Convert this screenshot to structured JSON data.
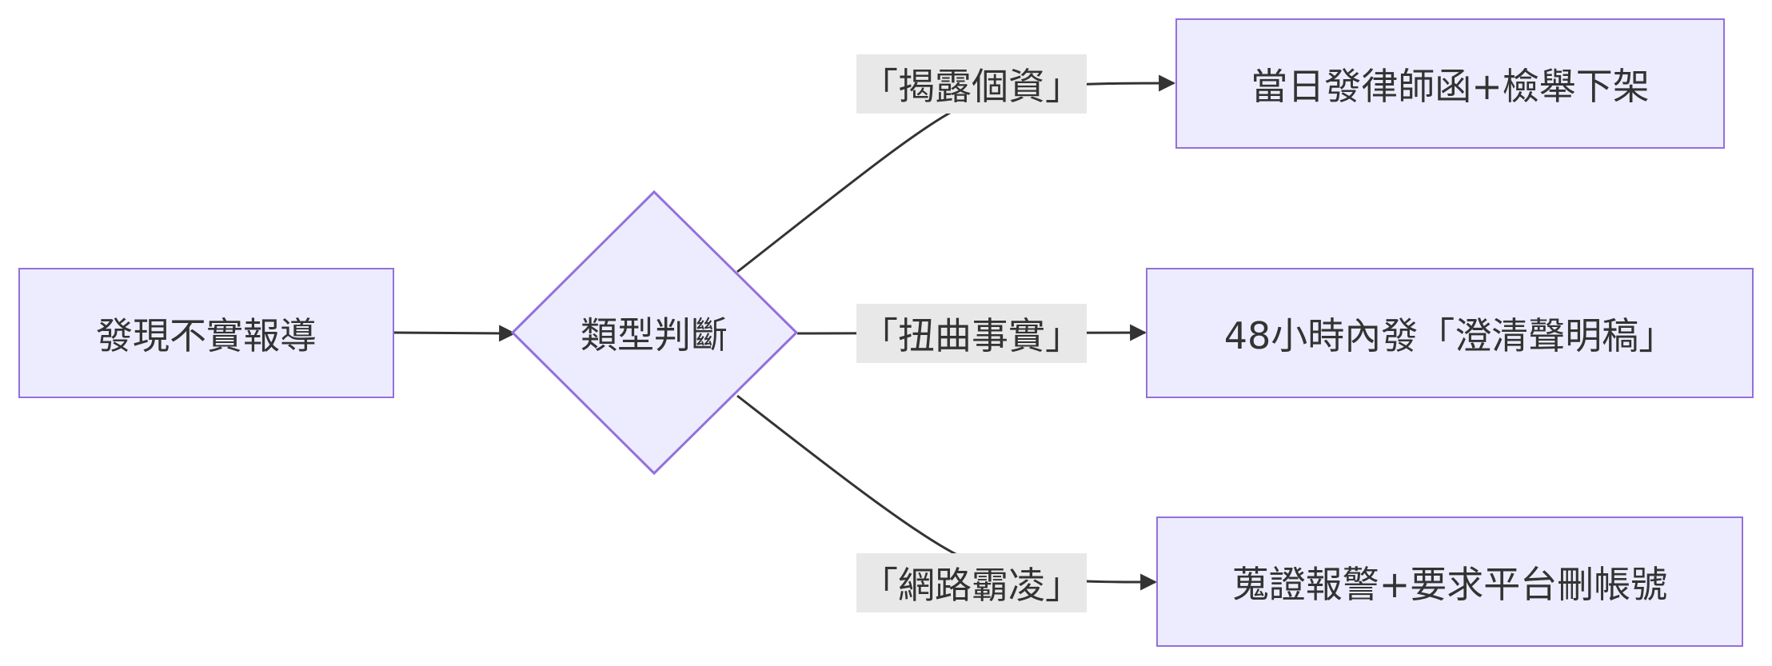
{
  "nodes": {
    "start": "發現不實報導",
    "decision": "類型判斷",
    "out_privacy": "當日發律師函+檢舉下架",
    "out_distort": "48小時內發「澄清聲明稿」",
    "out_bully": "蒐證報警+要求平台刪帳號"
  },
  "edges": {
    "privacy": "「揭露個資」",
    "distort": "「扭曲事實」",
    "bully": "「網路霸凌」"
  },
  "colors": {
    "node_fill": "#ececfe",
    "node_stroke": "#9370db",
    "edge": "#333333",
    "label_bg": "#e8e8e8"
  }
}
